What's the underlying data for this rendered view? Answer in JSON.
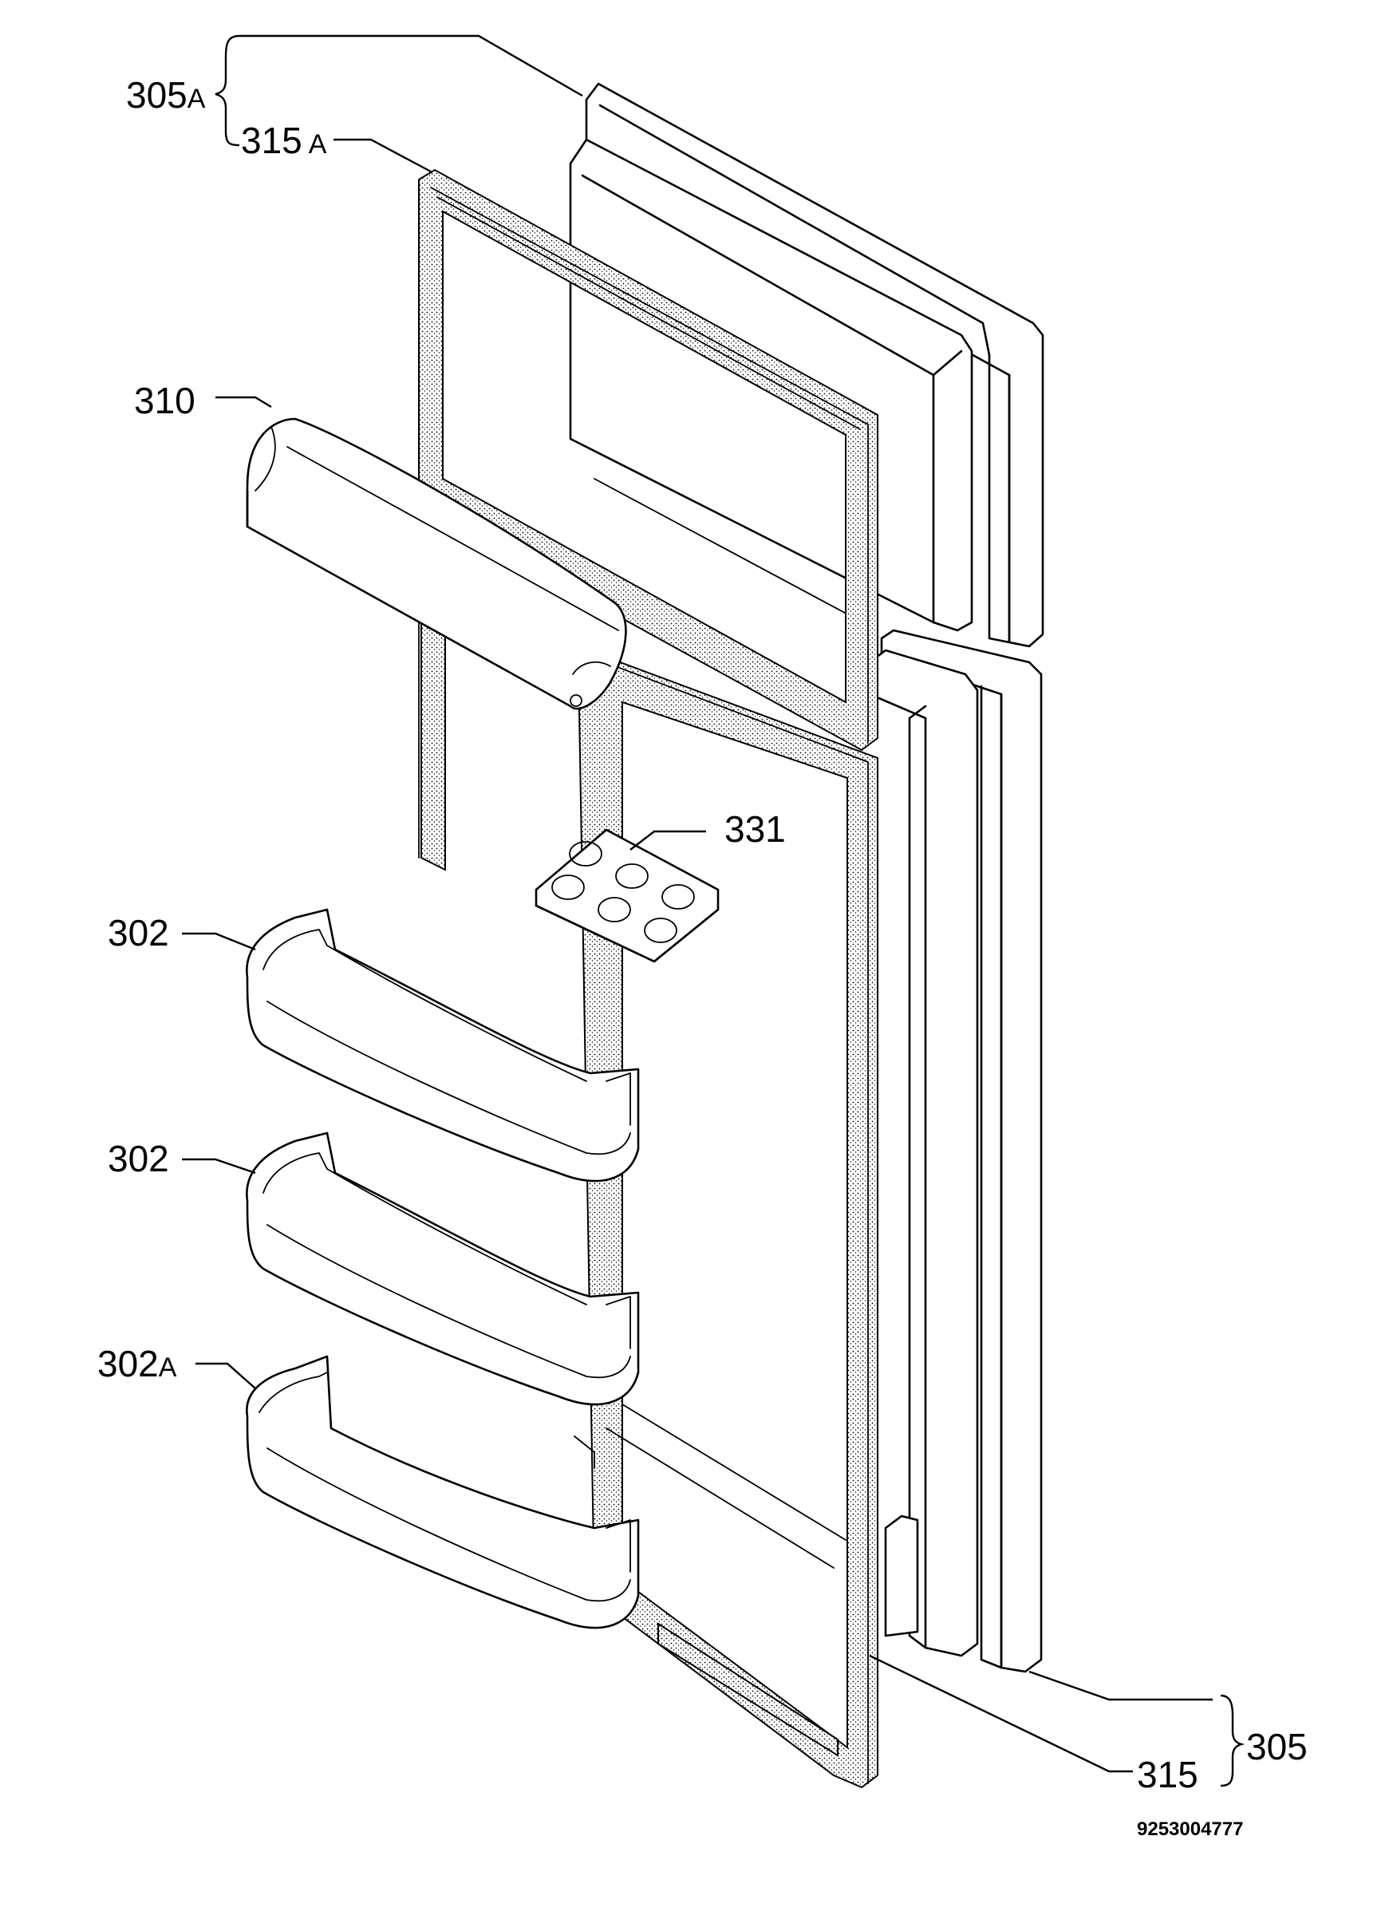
{
  "labels": {
    "door_freezer_outer": {
      "num": "305",
      "suffix": "A"
    },
    "gasket_freezer": {
      "num": "315",
      "suffix": "A"
    },
    "handle": {
      "num": "310",
      "suffix": ""
    },
    "egg_tray": {
      "num": "331",
      "suffix": ""
    },
    "shelf_1": {
      "num": "302",
      "suffix": ""
    },
    "shelf_2": {
      "num": "302",
      "suffix": ""
    },
    "shelf_3": {
      "num": "302",
      "suffix": "A"
    },
    "door_fridge_outer": {
      "num": "305",
      "suffix": ""
    },
    "gasket_fridge": {
      "num": "315",
      "suffix": ""
    }
  },
  "document_number": "9253004777"
}
